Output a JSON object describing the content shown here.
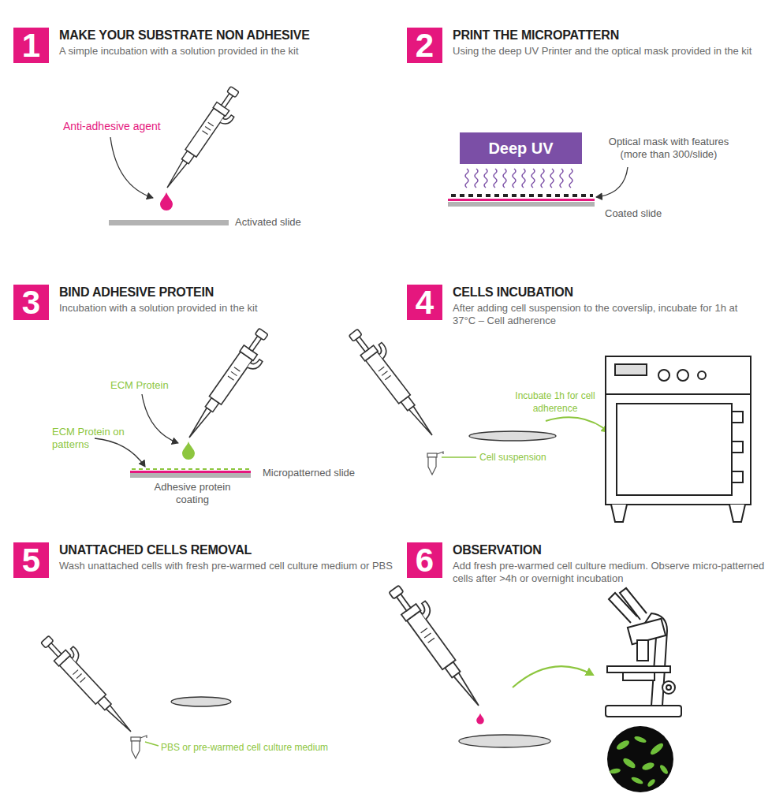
{
  "diagram": {
    "nodes": [
      {
        "text": [
          "1",
          "MAKE YOUR SUBSTRATE NON ADHESIVE",
          "A simple incubation with a solution provided in the kit"
        ]
      },
      {
        "text": [
          "2",
          "PRINT THE MICROPATTERN",
          "Using the deep UV Printer and the optical mask provided in the kit"
        ]
      },
      {
        "text": [
          "Deep UV"
        ]
      },
      {
        "text": [
          "3",
          "BIND ADHESIVE PROTEIN",
          "Incubation with a solution provided in the kit"
        ]
      },
      {
        "text": [
          "4",
          "CELLS INCUBATION",
          "After adding cell suspension to the coverslip, incubate for 1h at 37°C – Cell adherence"
        ]
      },
      {
        "text": [
          "5",
          "UNATTACHED CELLS REMOVAL",
          "Wash unattached cells with fresh pre-warmed cell culture medium or PBS"
        ]
      },
      {
        "text": [
          "6",
          "OBSERVATION",
          "Add fresh pre-warmed cell culture medium. Observe micro-patterned cells after >4h or overnight incubation"
        ]
      }
    ],
    "labels": [
      "Anti-adhesive agent",
      "Activated slide",
      "Optical mask with features (more than 300/slide)",
      "Coated slide",
      "ECM Protein",
      "ECM Protein on patterns",
      "Micropatterned slide",
      "Adhesive protein coating",
      "Incubate 1h for cell adherence",
      "Cell suspension",
      "PBS or pre-warmed cell culture medium"
    ]
  }
}
